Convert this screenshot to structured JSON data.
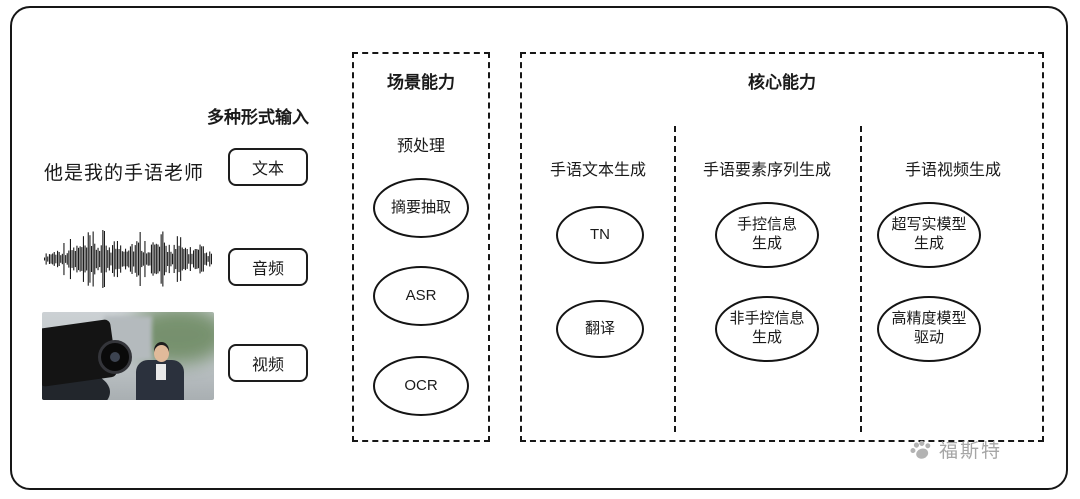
{
  "input": {
    "title": "多种形式输入",
    "text_sample": "他是我的手语老师",
    "items": [
      {
        "label": "文本"
      },
      {
        "label": "音频"
      },
      {
        "label": "视频"
      }
    ]
  },
  "scene": {
    "title": "场景能力",
    "subtitle": "预处理",
    "nodes": [
      "摘要抽取",
      "ASR",
      "OCR"
    ]
  },
  "core": {
    "title": "核心能力",
    "columns": [
      {
        "header": "手语文本生成",
        "nodes": [
          "TN",
          "翻译"
        ]
      },
      {
        "header": "手语要素序列生成",
        "nodes": [
          "手控信息\n生成",
          "非手控信息\n生成"
        ]
      },
      {
        "header": "手语视频生成",
        "nodes": [
          "超写实模型\n生成",
          "高精度模型\n驱动"
        ]
      }
    ]
  },
  "watermark": {
    "icon": "paw-icon",
    "text": "福斯特"
  },
  "colors": {
    "stroke": "#161616",
    "watermark": "#a6a6a6",
    "background": "#ffffff"
  }
}
